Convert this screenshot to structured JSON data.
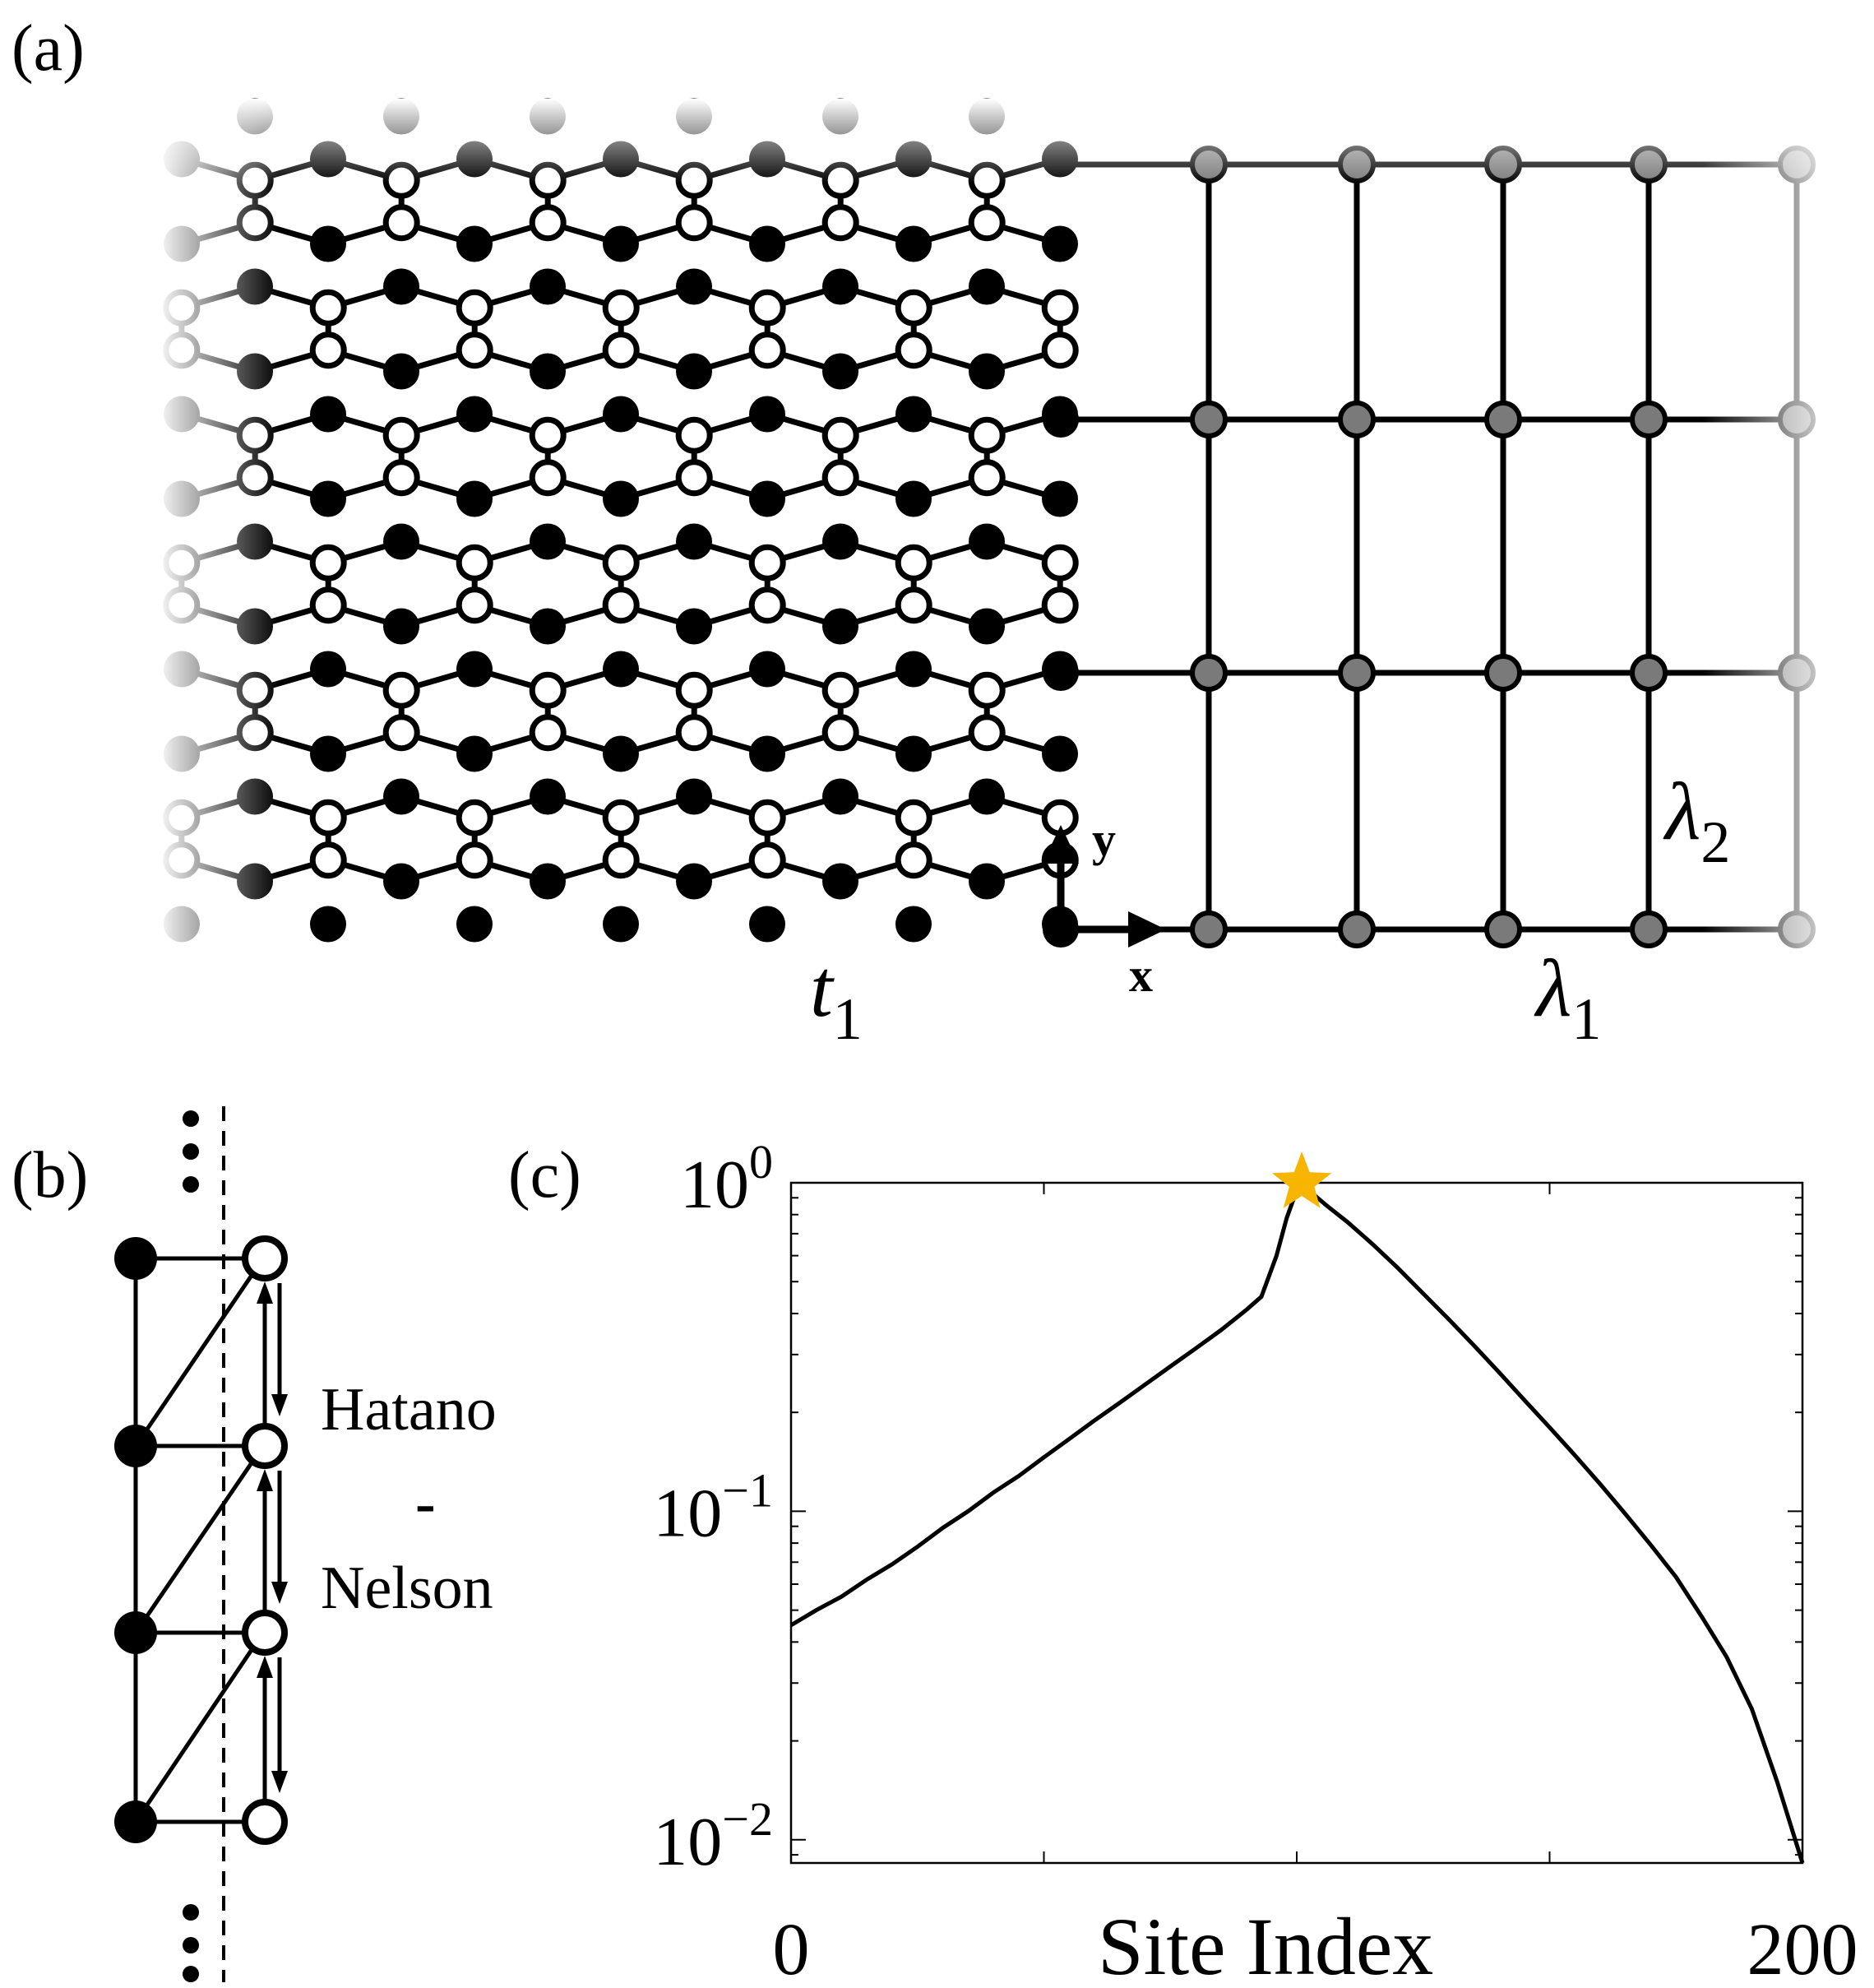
{
  "panel_a": {
    "label": "(a)",
    "hopping_label": "t",
    "hopping_sub": "1",
    "lambda1_label": "λ",
    "lambda1_sub": "1",
    "lambda2_label": "λ",
    "lambda2_sub": "2",
    "axis_x": "x",
    "axis_y": "y"
  },
  "panel_b": {
    "label": "(b)",
    "text_line1": "Hatano",
    "text_line2": "-",
    "text_line3": "Nelson"
  },
  "panel_c": {
    "label": "(c)",
    "peak_marker_color": "#F7B500"
  },
  "chart_data": {
    "type": "line",
    "title": "",
    "xlabel": "Site Index",
    "ylabel": "",
    "xscale": "linear",
    "yscale": "log",
    "xlim": [
      0,
      200
    ],
    "ylim": [
      0.0085,
      1.0
    ],
    "xticks": [
      0,
      200
    ],
    "xtick_labels": [
      "0",
      "200"
    ],
    "ytick_labels": [
      {
        "value": 1.0,
        "base": "10",
        "exp": "0"
      },
      {
        "value": 0.1,
        "base": "10",
        "exp": "−1"
      },
      {
        "value": 0.01,
        "base": "10",
        "exp": "−2"
      }
    ],
    "peak": {
      "x": 101,
      "y": 1.0
    },
    "series": [
      {
        "line_color": "#000000",
        "points": [
          [
            0,
            0.045
          ],
          [
            5,
            0.05
          ],
          [
            10,
            0.055
          ],
          [
            15,
            0.062
          ],
          [
            20,
            0.069
          ],
          [
            25,
            0.078
          ],
          [
            30,
            0.089
          ],
          [
            35,
            0.1
          ],
          [
            40,
            0.114
          ],
          [
            45,
            0.128
          ],
          [
            50,
            0.146
          ],
          [
            55,
            0.166
          ],
          [
            60,
            0.189
          ],
          [
            65,
            0.214
          ],
          [
            70,
            0.243
          ],
          [
            75,
            0.276
          ],
          [
            80,
            0.313
          ],
          [
            85,
            0.356
          ],
          [
            90,
            0.41
          ],
          [
            93,
            0.45
          ],
          [
            96,
            0.6
          ],
          [
            98,
            0.78
          ],
          [
            100,
            0.95
          ],
          [
            101,
            1.0
          ],
          [
            103,
            0.93
          ],
          [
            106,
            0.85
          ],
          [
            110,
            0.76
          ],
          [
            115,
            0.65
          ],
          [
            120,
            0.55
          ],
          [
            125,
            0.46
          ],
          [
            130,
            0.385
          ],
          [
            135,
            0.32
          ],
          [
            140,
            0.265
          ],
          [
            145,
            0.218
          ],
          [
            150,
            0.18
          ],
          [
            155,
            0.148
          ],
          [
            160,
            0.121
          ],
          [
            165,
            0.098
          ],
          [
            170,
            0.079
          ],
          [
            175,
            0.063
          ],
          [
            180,
            0.048
          ],
          [
            185,
            0.036
          ],
          [
            190,
            0.025
          ],
          [
            195,
            0.015
          ],
          [
            200,
            0.0085
          ]
        ]
      }
    ]
  }
}
